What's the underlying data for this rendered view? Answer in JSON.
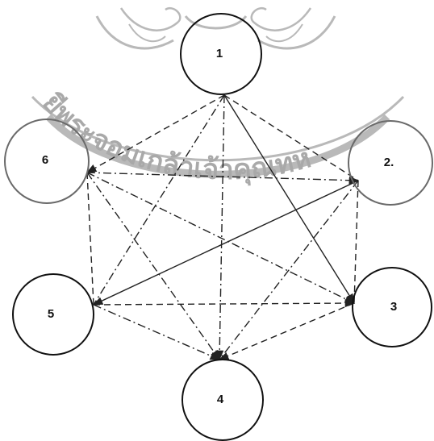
{
  "watermark": {
    "text": "ยีพระจอมเกล้าเจ้าคุณทหาร",
    "arc_text": "ยีพระจอมเกล้าเจ้าคุณทห",
    "color": "#b0b0b0"
  },
  "diagram": {
    "nodes": [
      {
        "id": 1,
        "label": "1",
        "border": "#111111"
      },
      {
        "id": 2,
        "label": "2.",
        "border": "#6a6a6a"
      },
      {
        "id": 3,
        "label": "3",
        "border": "#111111"
      },
      {
        "id": 4,
        "label": "4",
        "border": "#111111"
      },
      {
        "id": 5,
        "label": "5",
        "border": "#111111"
      },
      {
        "id": 6,
        "label": "6",
        "border": "#6a6a6a"
      }
    ],
    "edges": [
      {
        "from": 1,
        "to": 6,
        "style": "dash-short",
        "arrow": true
      },
      {
        "from": 1,
        "to": 2,
        "style": "dash-short",
        "arrow": false
      },
      {
        "from": 1,
        "to": 3,
        "style": "solid",
        "arrow": true
      },
      {
        "from": 1,
        "to": 4,
        "style": "dash-dot",
        "arrow": true
      },
      {
        "from": 1,
        "to": 5,
        "style": "dash-dot",
        "arrow": false
      },
      {
        "from": 6,
        "to": 2,
        "style": "dash-dot",
        "arrow": true
      },
      {
        "from": 6,
        "to": 3,
        "style": "dash-dot",
        "arrow": true
      },
      {
        "from": 6,
        "to": 4,
        "style": "dash-dot",
        "arrow": true
      },
      {
        "from": 6,
        "to": 5,
        "style": "dash-short",
        "arrow": false
      },
      {
        "from": 2,
        "to": 5,
        "style": "solid",
        "arrow": true
      },
      {
        "from": 2,
        "to": 4,
        "style": "dash-dot",
        "arrow": false
      },
      {
        "from": 2,
        "to": 3,
        "style": "dash-short",
        "arrow": false
      },
      {
        "from": 5,
        "to": 3,
        "style": "dash-short",
        "arrow": true
      },
      {
        "from": 5,
        "to": 4,
        "style": "dash-dot",
        "arrow": true
      },
      {
        "from": 3,
        "to": 4,
        "style": "dash-short",
        "arrow": true
      }
    ],
    "edge_color": "#222222"
  }
}
